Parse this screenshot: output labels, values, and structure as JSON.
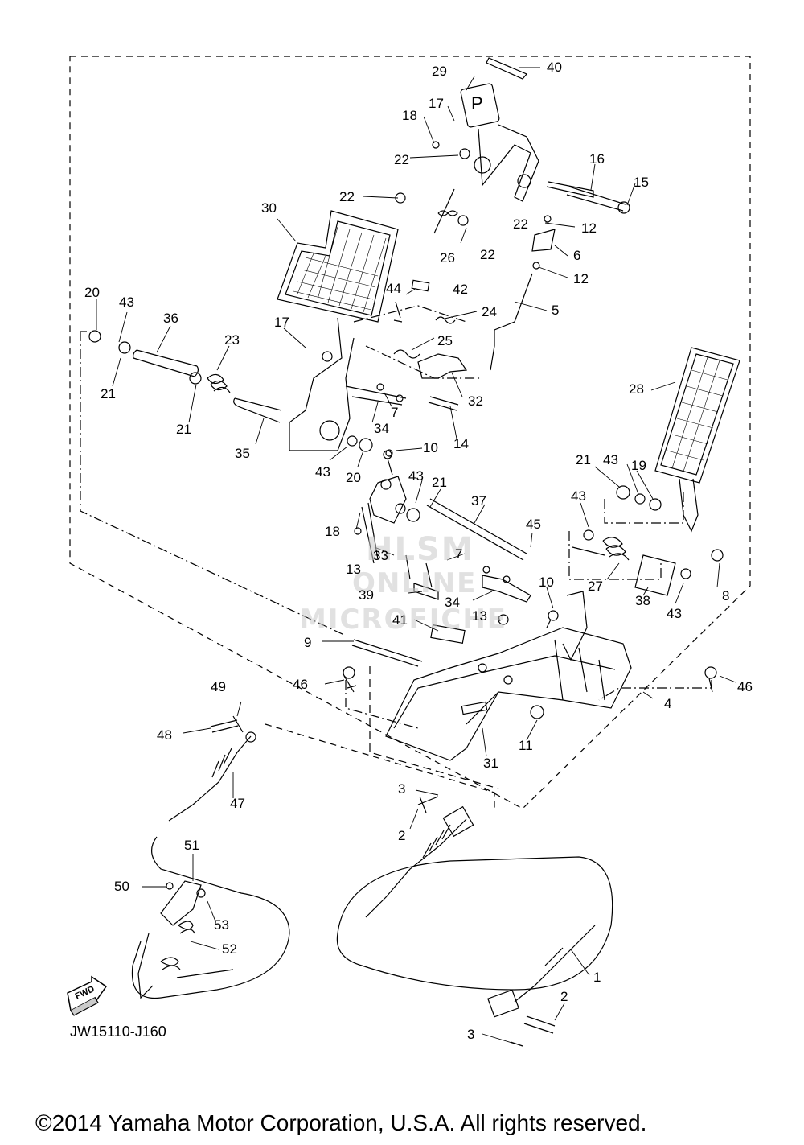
{
  "diagram": {
    "part_labels": [
      {
        "id": "p40",
        "text": "40"
      },
      {
        "id": "p29",
        "text": "29"
      },
      {
        "id": "p17a",
        "text": "17"
      },
      {
        "id": "p18a",
        "text": "18"
      },
      {
        "id": "p22a",
        "text": "22"
      },
      {
        "id": "p16",
        "text": "16"
      },
      {
        "id": "p15",
        "text": "15"
      },
      {
        "id": "p22b",
        "text": "22"
      },
      {
        "id": "p30",
        "text": "30"
      },
      {
        "id": "p22c",
        "text": "22"
      },
      {
        "id": "p12a",
        "text": "12"
      },
      {
        "id": "p26",
        "text": "26"
      },
      {
        "id": "p22d",
        "text": "22"
      },
      {
        "id": "p6",
        "text": "6"
      },
      {
        "id": "p12b",
        "text": "12"
      },
      {
        "id": "p20a",
        "text": "20"
      },
      {
        "id": "p43a",
        "text": "43"
      },
      {
        "id": "p44",
        "text": "44"
      },
      {
        "id": "p42",
        "text": "42"
      },
      {
        "id": "p24",
        "text": "24"
      },
      {
        "id": "p5",
        "text": "5"
      },
      {
        "id": "p36",
        "text": "36"
      },
      {
        "id": "p17b",
        "text": "17"
      },
      {
        "id": "p23",
        "text": "23"
      },
      {
        "id": "p25",
        "text": "25"
      },
      {
        "id": "p21a",
        "text": "21"
      },
      {
        "id": "p28",
        "text": "28"
      },
      {
        "id": "p32",
        "text": "32"
      },
      {
        "id": "p7a",
        "text": "7"
      },
      {
        "id": "p34a",
        "text": "34"
      },
      {
        "id": "p21b",
        "text": "21"
      },
      {
        "id": "p35",
        "text": "35"
      },
      {
        "id": "p14",
        "text": "14"
      },
      {
        "id": "p43b",
        "text": "43"
      },
      {
        "id": "p20b",
        "text": "20"
      },
      {
        "id": "p10a",
        "text": "10"
      },
      {
        "id": "p21c",
        "text": "21"
      },
      {
        "id": "p43c",
        "text": "43"
      },
      {
        "id": "p19",
        "text": "19"
      },
      {
        "id": "p43d",
        "text": "43"
      },
      {
        "id": "p21d",
        "text": "21"
      },
      {
        "id": "p37",
        "text": "37"
      },
      {
        "id": "p43e",
        "text": "43"
      },
      {
        "id": "p18b",
        "text": "18"
      },
      {
        "id": "p45",
        "text": "45"
      },
      {
        "id": "p33",
        "text": "33"
      },
      {
        "id": "p13a",
        "text": "13"
      },
      {
        "id": "p7b",
        "text": "7"
      },
      {
        "id": "p27",
        "text": "27"
      },
      {
        "id": "p8",
        "text": "8"
      },
      {
        "id": "p39",
        "text": "39"
      },
      {
        "id": "p34b",
        "text": "34"
      },
      {
        "id": "p10b",
        "text": "10"
      },
      {
        "id": "p38",
        "text": "38"
      },
      {
        "id": "p43f",
        "text": "43"
      },
      {
        "id": "p41",
        "text": "41"
      },
      {
        "id": "p13b",
        "text": "13"
      },
      {
        "id": "p9",
        "text": "9"
      },
      {
        "id": "p46a",
        "text": "46"
      },
      {
        "id": "p46b",
        "text": "46"
      },
      {
        "id": "p4",
        "text": "4"
      },
      {
        "id": "p49",
        "text": "49"
      },
      {
        "id": "p11",
        "text": "11"
      },
      {
        "id": "p48",
        "text": "48"
      },
      {
        "id": "p31",
        "text": "31"
      },
      {
        "id": "p47",
        "text": "47"
      },
      {
        "id": "p3a",
        "text": "3"
      },
      {
        "id": "p2a",
        "text": "2"
      },
      {
        "id": "p51",
        "text": "51"
      },
      {
        "id": "p50",
        "text": "50"
      },
      {
        "id": "p53",
        "text": "53"
      },
      {
        "id": "p52",
        "text": "52"
      },
      {
        "id": "p1",
        "text": "1"
      },
      {
        "id": "p2b",
        "text": "2"
      },
      {
        "id": "p3b",
        "text": "3"
      }
    ],
    "fwd_badge": "FWD",
    "pedal_letter": "P",
    "diagram_code": "JW15110-J160",
    "watermark": [
      "HLSM",
      "ONLINE",
      "MICROFICHE"
    ],
    "copyright": "©2014 Yamaha Motor Corporation, U.S.A. All rights reserved."
  }
}
